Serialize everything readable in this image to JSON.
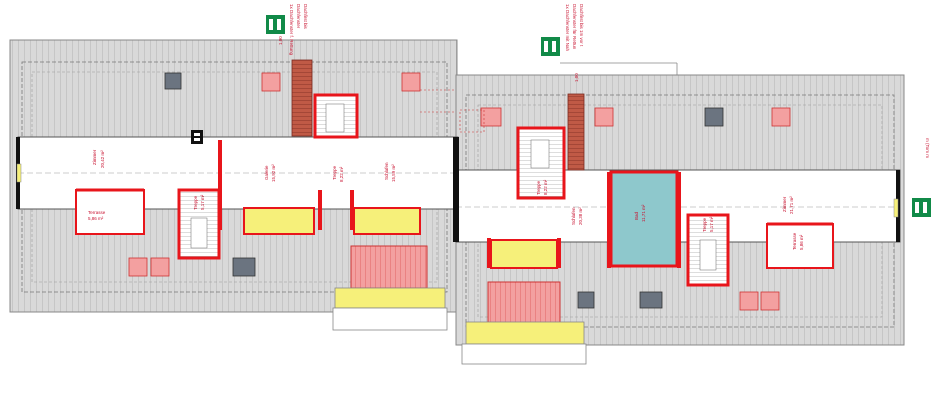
{
  "rooms": [
    {
      "id": "zimmer_left",
      "name": "Zimmer",
      "area": "20,42 m²"
    },
    {
      "id": "terrasse_left",
      "name": "Terrasse",
      "area": "5,86 m²"
    },
    {
      "id": "treppe_left",
      "name": "Treppe",
      "area": "5,17 m²"
    },
    {
      "id": "galerie",
      "name": "Galerie",
      "area": "15,92 m²"
    },
    {
      "id": "treppe_center_left",
      "name": "Treppe",
      "area": "8,22 m²"
    },
    {
      "id": "schlafen_left",
      "name": "Schlafen",
      "area": "15,59 m²"
    },
    {
      "id": "treppe_center_right",
      "name": "Treppe",
      "area": "8,22 m²"
    },
    {
      "id": "schlafen_right",
      "name": "Schlafen",
      "area": "20,38 m²"
    },
    {
      "id": "bad",
      "name": "Bad",
      "area": "11,71 m²"
    },
    {
      "id": "treppe_right",
      "name": "Treppe",
      "area": "5,17 m²"
    },
    {
      "id": "zimmer_right",
      "name": "Zimmer",
      "area": "21,71 m²"
    },
    {
      "id": "terrasse_right",
      "name": "Terrasse",
      "area": "5,86 m²"
    }
  ],
  "notes": {
    "roof_left_1": "1x Dachfenster f. Rettung",
    "roof_left_2": "Dachfenster",
    "roof_left_3": "Dachfirst bis",
    "roof_right_1": "1x Dachfenster mit Nah",
    "roof_right_2": "Dachfenster für Rettun",
    "roof_right_3": "Dachfirst bis 1m vor t",
    "dim_left": "1,00",
    "dim_right": "1,00",
    "edge_right": "m (Tom m"
  },
  "colors": {
    "roof": "#d7d7d7",
    "roof_line": "#9a9a9a",
    "wall": "#e8151b",
    "yellow": "#f6f07a",
    "pink": "#f5a0a0",
    "bath": "#8ec8cc",
    "exit_green": "#118a48",
    "chimney": "#b84a3a"
  }
}
